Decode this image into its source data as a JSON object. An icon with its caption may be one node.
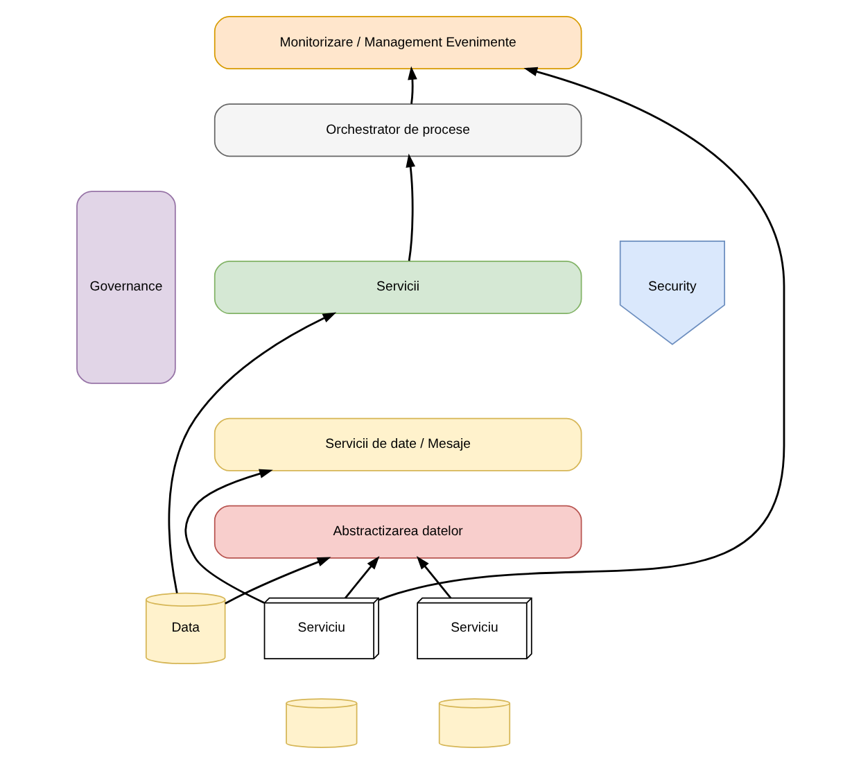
{
  "diagram": {
    "nodes": [
      {
        "text": [
          "Governance"
        ]
      },
      {
        "text": [
          "Monitorizare / Management Evenimente"
        ]
      },
      {
        "text": [
          "Orchestrator de procese"
        ]
      },
      {
        "text": [
          "Security"
        ]
      },
      {
        "text": [
          "Servicii"
        ]
      },
      {
        "text": [
          "Servicii de date / Mesaje"
        ]
      },
      {
        "text": [
          "Abstractizarea datelor"
        ]
      },
      {
        "text": [
          "Data"
        ]
      },
      {
        "text": [
          "Serviciu"
        ]
      },
      {
        "text": [],
        "shape": "cylinder"
      },
      {
        "text": [
          "Serviciu"
        ]
      },
      {
        "text": [],
        "shape": "cylinder"
      }
    ],
    "edges": [
      {
        "from": 2,
        "to": 1,
        "arrow": "to"
      },
      {
        "from": 4,
        "to": 2,
        "arrow": "to"
      },
      {
        "from": 7,
        "to": 4,
        "arrow": "to"
      },
      {
        "from": 7,
        "to": 6,
        "arrow": "to"
      },
      {
        "from": 8,
        "to": 6,
        "arrow": "to"
      },
      {
        "from": 8,
        "to": 1,
        "arrow": "to"
      },
      {
        "from": 8,
        "to": 5,
        "arrow": "to"
      },
      {
        "from": 10,
        "to": 6,
        "arrow": "to"
      }
    ]
  }
}
